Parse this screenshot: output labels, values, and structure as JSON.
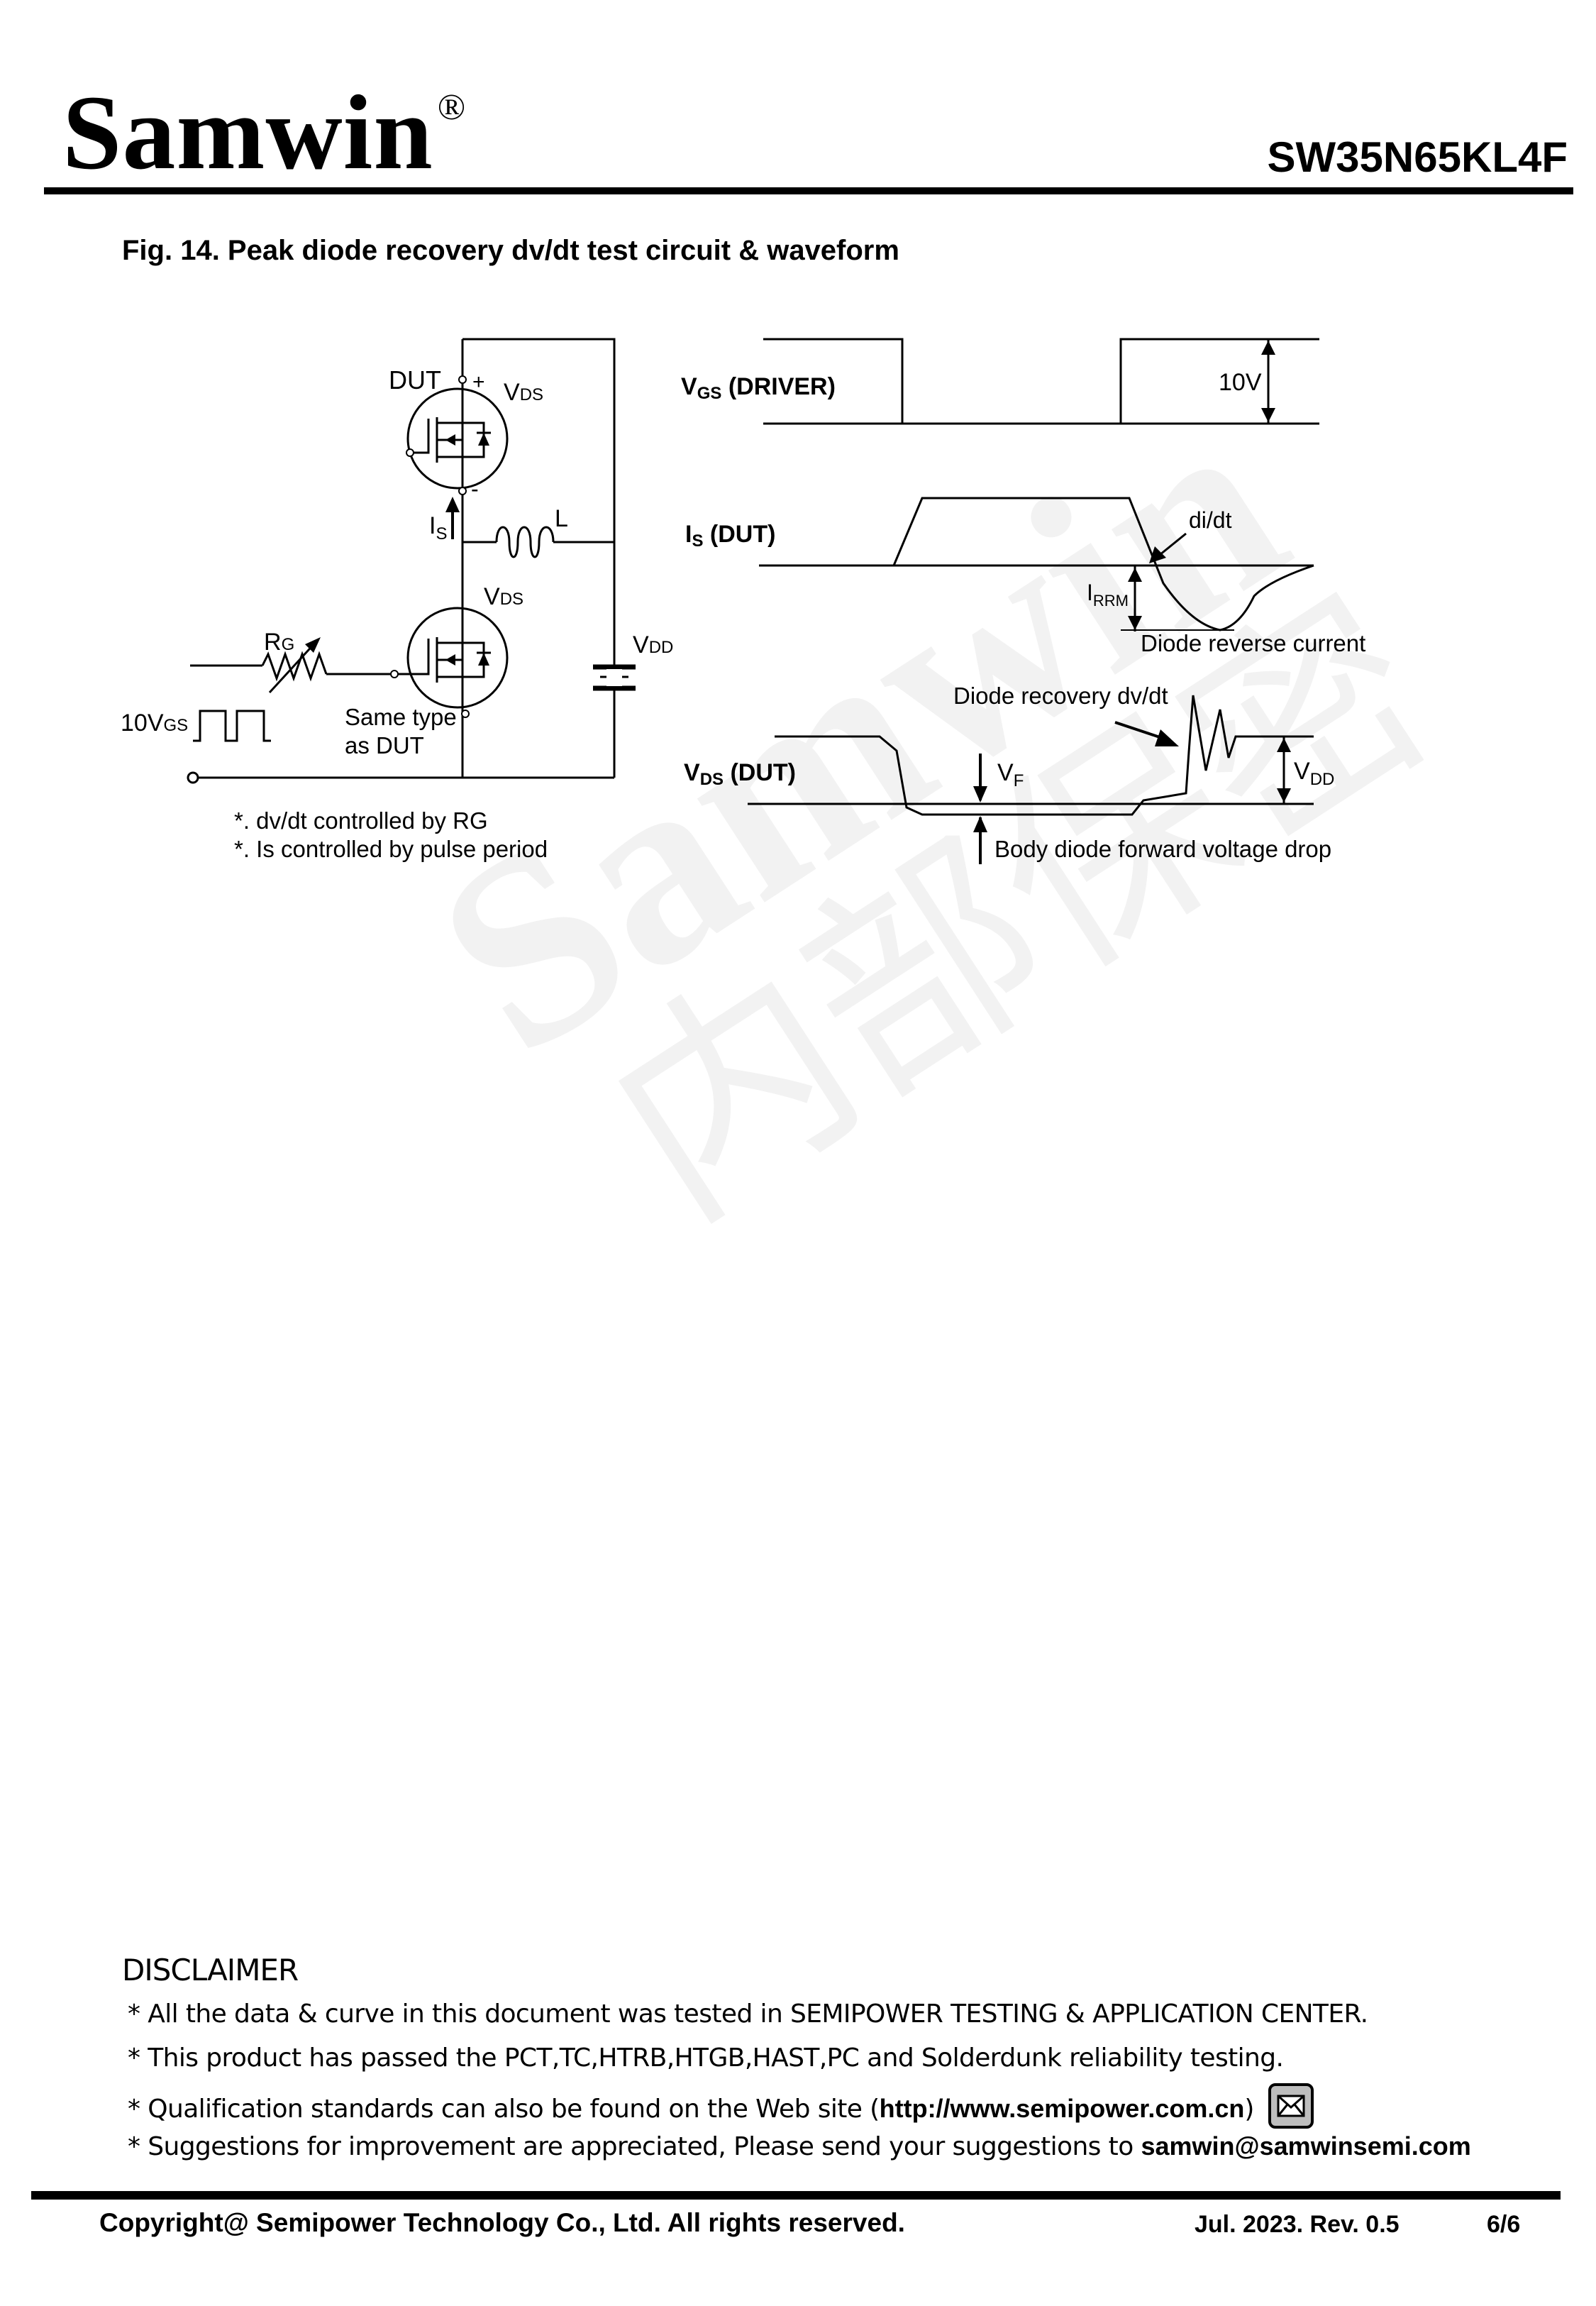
{
  "header": {
    "brand": "Samwin",
    "registered": "®",
    "part_number": "SW35N65KL4F"
  },
  "figure": {
    "title": "Fig. 14. Peak diode recovery dv/dt test circuit & waveform",
    "circuit": {
      "dut": "DUT",
      "plus": "+",
      "minus": "-",
      "v": "V",
      "ds": "DS",
      "i": "I",
      "s": "S",
      "r": "R",
      "g": "G",
      "dd": "DD",
      "inductor": "L",
      "drive_value": "10V",
      "gs": "GS",
      "same_type_1": "Same type",
      "same_type_2": "as DUT",
      "note_1": "*. dv/dt controlled by RG",
      "note_2": "*. Is controlled by pulse period"
    },
    "waveform": {
      "vgs_label": "(DRIVER)",
      "gs": "GS",
      "is_label": "(DUT)",
      "s": "S",
      "vds_label": "(DUT)",
      "ds": "DS",
      "v": "V",
      "i": "I",
      "level_10v": "10V",
      "didt": "di/dt",
      "rrm": "RRM",
      "reverse_current": "Diode reverse current",
      "recovery": "Diode recovery dv/dt",
      "f": "F",
      "dd": "DD",
      "forward_drop": "Body diode forward voltage drop"
    }
  },
  "watermark": {
    "line1": "Samwin",
    "line2": "内部保密"
  },
  "disclaimer": {
    "title": "DISCLAIMER",
    "line1": "* All the data & curve in this document was tested in SEMIPOWER TESTING & APPLICATION CENTER.",
    "line2": "* This product has passed the PCT,TC,HTRB,HTGB,HAST,PC and Solderdunk reliability testing.",
    "line3_prefix": "* Qualification standards can also be found on the Web ",
    "line3_site": "site (",
    "line3_url": "http://www.semipower.com.cn",
    "line3_close": ")",
    "line4_prefix": "* Suggestions for improvement are appreciated, Please ",
    "line4_mid": "send your suggestions to ",
    "line4_email": "samwin@samwinsemi.com"
  },
  "footer": {
    "copyright": "Copyright@ Semipower Technology Co., Ltd. All rights reserved.",
    "date_rev": "Jul. 2023. Rev. 0.5",
    "page": "6/6"
  },
  "icons": {
    "mail": "envelope-icon"
  }
}
